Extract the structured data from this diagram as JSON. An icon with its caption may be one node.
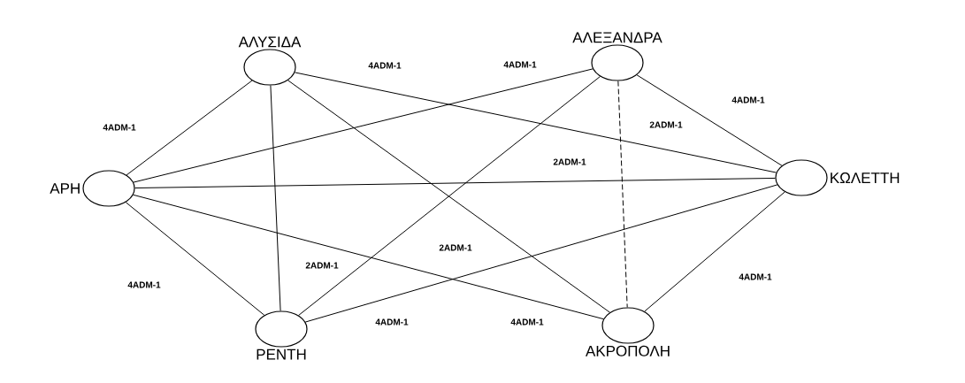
{
  "diagram": {
    "nodes": [
      {
        "text": [
          "ΑΛΥΣΙΔΑ"
        ]
      },
      {
        "text": [
          "ΑΛΕΞΑΝΔΡΑ"
        ]
      },
      {
        "text": [
          "ΑΡΗ"
        ]
      },
      {
        "text": [
          "ΚΩΛΕΤΤΗ"
        ]
      },
      {
        "text": [
          "ΡΕΝΤΗ"
        ]
      },
      {
        "text": [
          "ΑΚΡΟΠΟΛΗ"
        ]
      }
    ],
    "edges": [
      {
        "from": 2,
        "to": 0,
        "arrow": "none"
      },
      {
        "from": 2,
        "to": 1,
        "arrow": "none"
      },
      {
        "from": 2,
        "to": 3,
        "arrow": "none"
      },
      {
        "from": 2,
        "to": 5,
        "arrow": "none"
      },
      {
        "from": 2,
        "to": 4,
        "arrow": "none"
      },
      {
        "from": 0,
        "to": 4,
        "arrow": "none"
      },
      {
        "from": 0,
        "to": 3,
        "arrow": "none"
      },
      {
        "from": 0,
        "to": 5,
        "arrow": "none"
      },
      {
        "from": 1,
        "to": 4,
        "arrow": "none"
      },
      {
        "from": 1,
        "to": 5,
        "arrow": "none",
        "style": "dashed"
      },
      {
        "from": 1,
        "to": 3,
        "arrow": "none"
      },
      {
        "from": 3,
        "to": 4,
        "arrow": "none"
      },
      {
        "from": 3,
        "to": 5,
        "arrow": "none"
      }
    ],
    "labels": [
      "4ADM-1",
      "4ADM-1",
      "4ADM-1",
      "4ADM-1",
      "2ADM-1",
      "2ADM-1",
      "2ADM-1",
      "2ADM-1",
      "4ADM-1",
      "4ADM-1",
      "4ADM-1",
      "4ADM-1"
    ]
  }
}
